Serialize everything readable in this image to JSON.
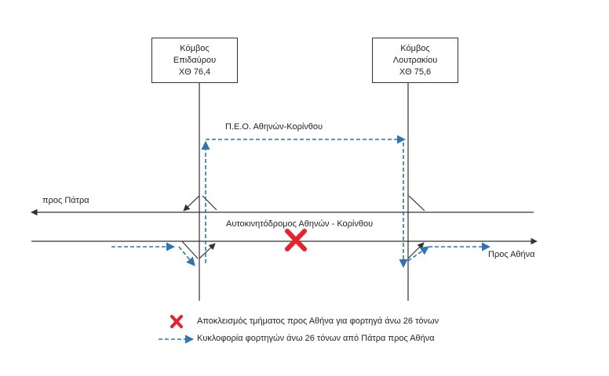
{
  "nodes": {
    "epidavros": {
      "name": "Κόμβος",
      "place": "Επιδαύρου",
      "km": "ΧΘ 76,4"
    },
    "loutraki": {
      "name": "Κόμβος",
      "place": "Λουτρακίου",
      "km": "ΧΘ 75,6"
    }
  },
  "roads": {
    "peo": "Π.Ε.Ο. Αθηνών-Κορίνθου",
    "motorway": "Αυτοκινητόδρομος Αθηνών - Κορίνθου"
  },
  "directions": {
    "to_patra": "προς Πάτρα",
    "to_athens": "Προς Αθήνα"
  },
  "legend": {
    "closure": "Αποκλεισμός τμήματος προς Αθήνα για φορτηγά άνω 26 τόνων",
    "detour": "Κυκλοφορία φορτηγών άνω 26 τόνων από Πάτρα προς Αθήνα"
  },
  "colors": {
    "line": "#333333",
    "detour": "#2e75b6",
    "closure": "#e8212e"
  }
}
